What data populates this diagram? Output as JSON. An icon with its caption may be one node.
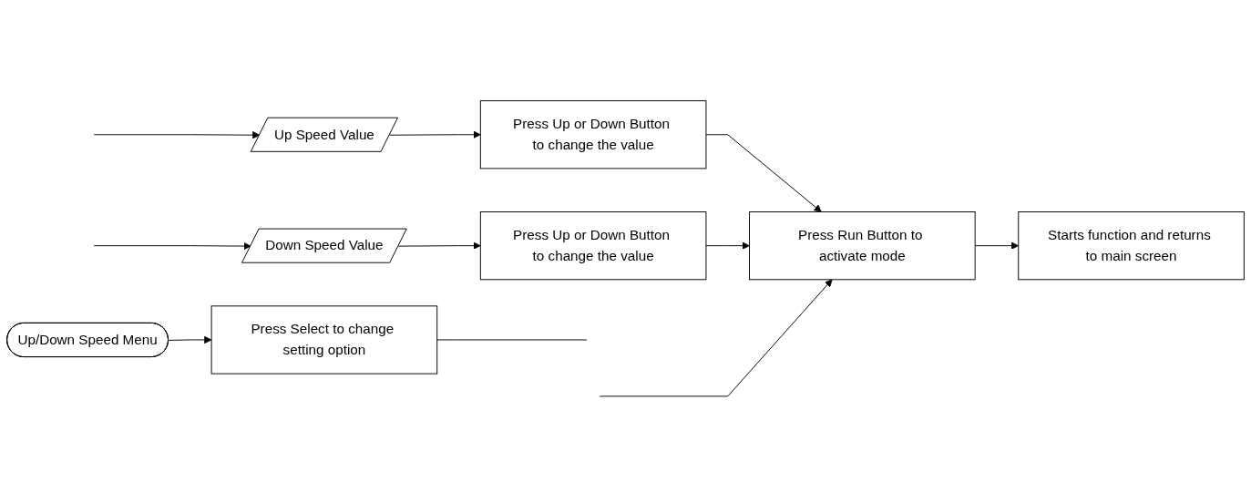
{
  "diagram": {
    "nodes": [
      {
        "text": [
          "Up/Down Speed Menu"
        ]
      },
      {
        "text": [
          "Press Select to change setting option"
        ]
      },
      {
        "text": [
          "Up Speed Value"
        ]
      },
      {
        "text": [
          "Down Speed Value"
        ]
      },
      {
        "text": [
          "Press Up or Down Button to change the value"
        ]
      },
      {
        "text": [
          "Press Up or Down Button to change the value"
        ]
      },
      {
        "text": [
          "Press Run Button to activate mode"
        ]
      },
      {
        "text": [
          "Starts function and returns to main screen"
        ]
      }
    ],
    "edges": [
      {
        "from": 0,
        "to": 1,
        "arrow": "to"
      },
      {
        "from": 1,
        "to": null,
        "arrow": "none"
      },
      {
        "from": null,
        "to": 2,
        "arrow": "to"
      },
      {
        "from": null,
        "to": 3,
        "arrow": "to"
      },
      {
        "from": 2,
        "to": 4,
        "arrow": "to"
      },
      {
        "from": 3,
        "to": 5,
        "arrow": "to"
      },
      {
        "from": 4,
        "to": 6,
        "arrow": "to"
      },
      {
        "from": 5,
        "to": 6,
        "arrow": "to"
      },
      {
        "from": null,
        "to": 6,
        "arrow": "to"
      },
      {
        "from": 6,
        "to": 7,
        "arrow": "to"
      }
    ]
  }
}
